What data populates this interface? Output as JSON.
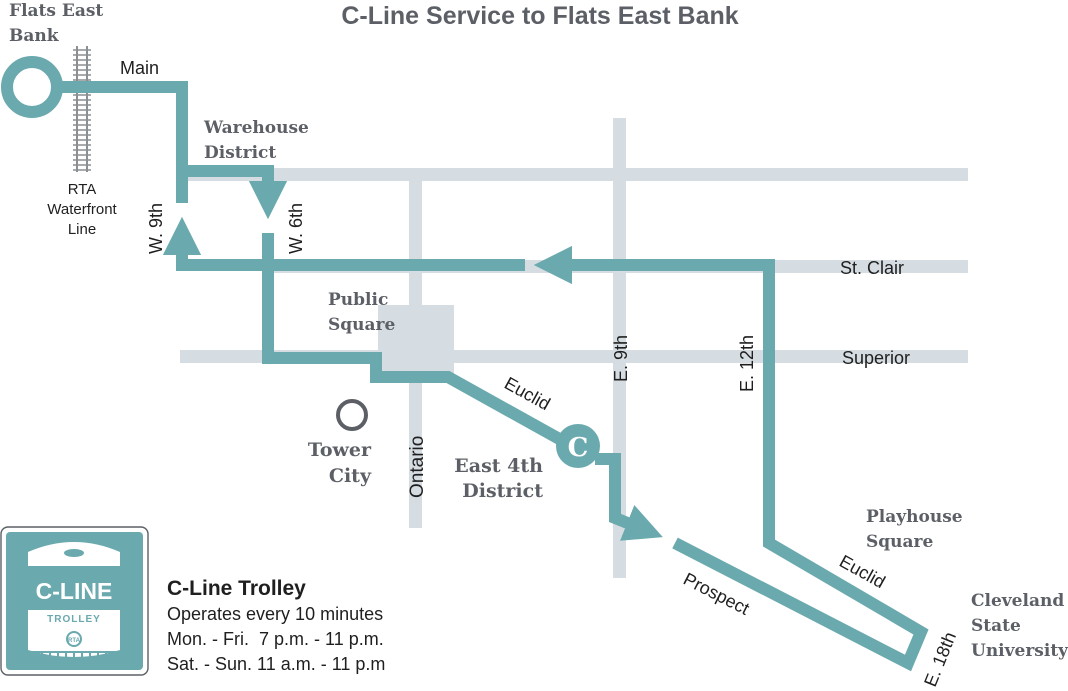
{
  "title": "C-Line Service to Flats East Bank",
  "colors": {
    "route": "#6aa9ad",
    "street": "#d6dde2",
    "label_place": "#5c6066",
    "label_street": "#1f1f1f",
    "rail": "#8a8f94",
    "square": "#d6dde2"
  },
  "places": {
    "flats_east_bank_line1": "Flats East",
    "flats_east_bank_line2": "Bank",
    "warehouse_district_line1": "Warehouse",
    "warehouse_district_line2": "District",
    "public_square_line1": "Public",
    "public_square_line2": "Square",
    "tower_city_line1": "Tower",
    "tower_city_line2": "City",
    "east_4th_line1": "East 4th",
    "east_4th_line2": "District",
    "playhouse_square_line1": "Playhouse",
    "playhouse_square_line2": "Square",
    "csu_line1": "Cleveland",
    "csu_line2": "State",
    "csu_line3": "University"
  },
  "streets": {
    "main": "Main",
    "w9th": "W. 9th",
    "w6th": "W. 6th",
    "ontario": "Ontario",
    "e9th": "E. 9th",
    "e12th": "E. 12th",
    "st_clair": "St. Clair",
    "superior": "Superior",
    "euclid_west": "Euclid",
    "euclid_east": "Euclid",
    "prospect": "Prospect",
    "e18th": "E. 18th"
  },
  "rta": {
    "line1": "RTA",
    "line2": "Waterfront",
    "line3": "Line"
  },
  "route_marker": "C",
  "logo": {
    "name": "C-LINE",
    "sub": "TROLLEY",
    "badge": "RTA"
  },
  "info": {
    "title": "C-Line Trolley",
    "frequency": "Operates every 10 minutes",
    "weekday": "Mon. - Fri.  7 p.m. - 11 p.m.",
    "weekend": "Sat. - Sun. 11 a.m. - 11 p.m"
  }
}
